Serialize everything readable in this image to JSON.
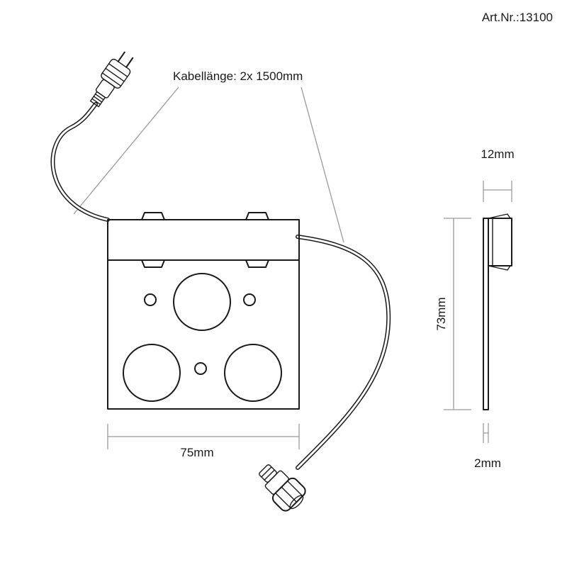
{
  "article_number": "Art.Nr.:13100",
  "cable_length_label": "Kabellänge: 2x 1500mm",
  "dimensions": {
    "width": "75mm",
    "height": "73mm",
    "depth": "12mm",
    "plate_thickness": "2mm"
  },
  "colors": {
    "line": "#1a1a1a",
    "leader": "#9a9a9a"
  }
}
